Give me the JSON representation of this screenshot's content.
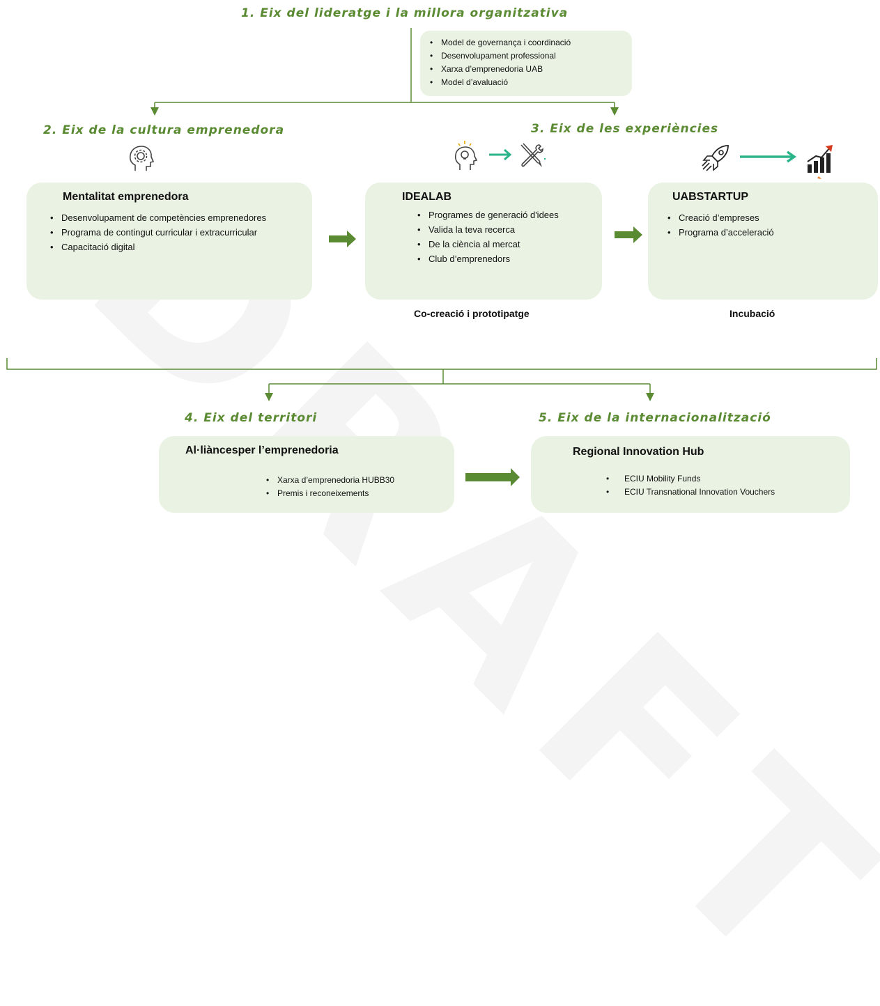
{
  "colors": {
    "accent": "#5a8a32",
    "box_fill": "#eaf3e3",
    "arrow": "#5a8a32",
    "icon_teal": "#2bb38a"
  },
  "axis1": {
    "heading": "1. Eix del lideratge i la millora organitzativa",
    "items": [
      "Model de governança i coordinació",
      "Desenvolupament professional",
      "Xarxa d’emprenedoria UAB",
      "Model d’avaluació"
    ]
  },
  "axis2": {
    "heading": "2. Eix de la cultura emprenedora",
    "icon": "head-gear-icon",
    "box": {
      "title": "Mentalitat emprenedora",
      "items": [
        "Desenvolupament de competències emprenedores",
        "Programa de contingut curricular i extracurricular",
        "Capacitació digital"
      ]
    }
  },
  "axis3": {
    "heading": "3. Eix de les experiències",
    "icons": [
      "head-lightbulb-icon",
      "arrow-right-icon",
      "wrench-pencil-icon",
      "rocket-icon",
      "arrow-right-icon",
      "growth-chart-icon"
    ],
    "idealab": {
      "title": "IDEALAB",
      "items": [
        "Programes de generació d'idees",
        "Valida la teva recerca",
        "De la ciència al mercat",
        "Club d’emprenedors"
      ],
      "caption": "Co-creació i prototipatge"
    },
    "uabstartup": {
      "title": "UABSTARTUP",
      "items": [
        "Creació d’empreses",
        "Programa d’acceleració"
      ],
      "caption": "Incubació"
    }
  },
  "axis4": {
    "heading": "4. Eix del territori",
    "box": {
      "title": "Al·liàncesper l’emprenedoria",
      "items": [
        "Xarxa d’emprenedoria HUBB30",
        "Premis i reconeixements"
      ]
    }
  },
  "axis5": {
    "heading": "5. Eix de la internacionalització",
    "box": {
      "title": "Regional Innovation Hub",
      "items": [
        "ECIU Mobility Funds",
        "ECIU Transnational Innovation Vouchers"
      ]
    }
  },
  "watermark": "DRAFT"
}
